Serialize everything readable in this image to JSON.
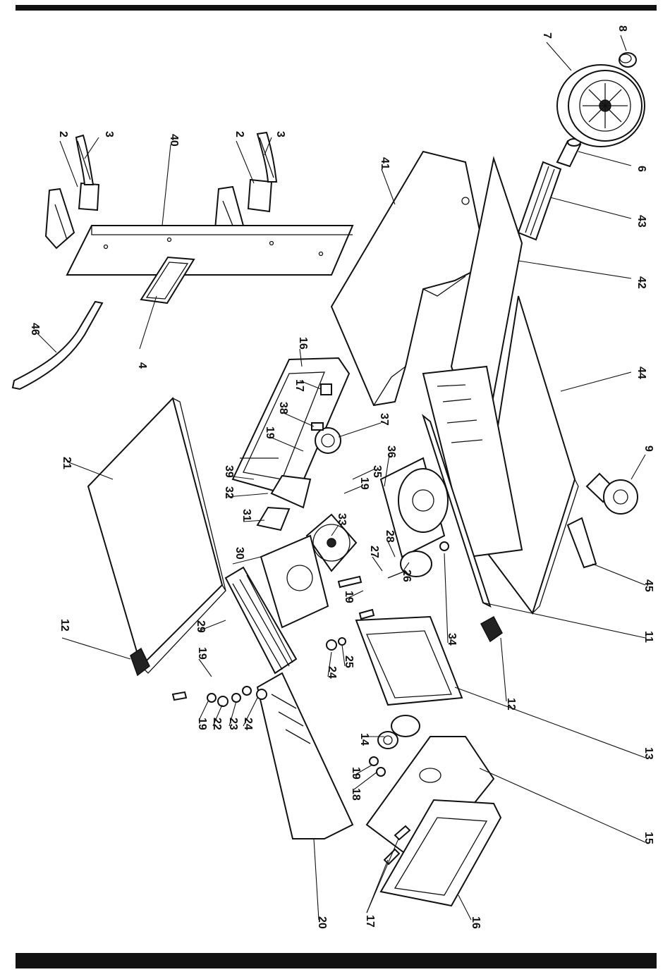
{
  "diagram": {
    "type": "exploded-parts-view",
    "callouts": [
      "2",
      "3",
      "2",
      "3",
      "40",
      "41",
      "7",
      "8",
      "6",
      "43",
      "42",
      "44",
      "46",
      "4",
      "16",
      "17",
      "38",
      "19",
      "37",
      "36",
      "35",
      "19",
      "21",
      "39",
      "32",
      "33",
      "31",
      "28",
      "27",
      "26",
      "19",
      "30",
      "29",
      "9",
      "45",
      "11",
      "12",
      "19",
      "22",
      "23",
      "24",
      "19",
      "24",
      "25",
      "34",
      "12",
      "14",
      "13",
      "19",
      "18",
      "15",
      "17",
      "16",
      "20"
    ],
    "colors": {
      "ink": "#111111",
      "background": "#ffffff",
      "bars": "#111111"
    }
  }
}
